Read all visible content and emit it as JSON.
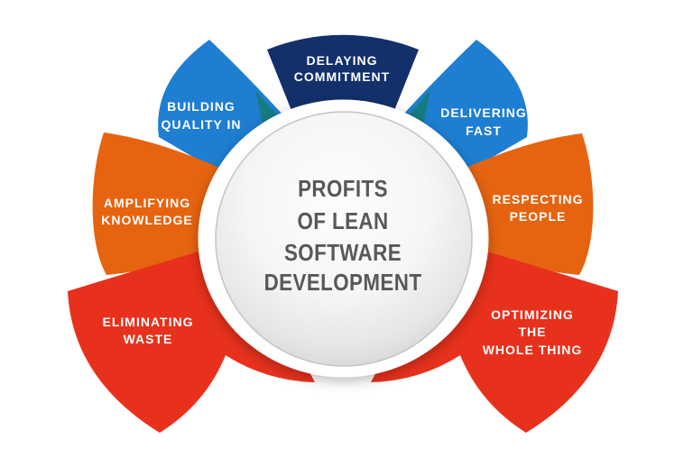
{
  "diagram": {
    "title": "Profits of Lean Software Development",
    "label_color": "#ffffff",
    "colors": {
      "navy": "#13306b",
      "blue": "#1e7ed2",
      "orange": "#e66410",
      "red": "#e8311c",
      "teal": "#157c82",
      "ring_white": "#ffffff",
      "ball_edge_gray": "#c4c4c4",
      "center_text_gray": "#58585a"
    },
    "center": {
      "lines": [
        "PROFITS",
        "OF LEAN",
        "SOFTWARE",
        "DEVELOPMENT"
      ],
      "text_color": "#58585a"
    },
    "segments": [
      {
        "id": "delaying-commitment",
        "label": "DELAYING COMMITMENT",
        "lines": [
          "DELAYING",
          "COMMITMENT"
        ],
        "color": "#13306b"
      },
      {
        "id": "delivering-fast",
        "label": "DELIVERING FAST",
        "lines": [
          "DELIVERING",
          "FAST"
        ],
        "color": "#1e7ed2"
      },
      {
        "id": "respecting-people",
        "label": "RESPECTING PEOPLE",
        "lines": [
          "RESPECTING",
          "PEOPLE"
        ],
        "color": "#e66410"
      },
      {
        "id": "optimizing-the-whole-thing",
        "label": "OPTIMIZING THE WHOLE THING",
        "lines": [
          "OPTIMIZING",
          "THE",
          "WHOLE THING"
        ],
        "color": "#e8311c"
      },
      {
        "id": "eliminating-waste",
        "label": "ELIMINATING WASTE",
        "lines": [
          "ELIMINATING",
          "WASTE"
        ],
        "color": "#e8311c"
      },
      {
        "id": "amplifying-knowledge",
        "label": "AMPLIFYING KNOWLEDGE",
        "lines": [
          "AMPLIFYING",
          "KNOWLEDGE"
        ],
        "color": "#e66410"
      },
      {
        "id": "building-quality-in",
        "label": "BUILDING QUALITY IN",
        "lines": [
          "BUILDING",
          "QUALITY IN"
        ],
        "color": "#1e7ed2"
      }
    ]
  }
}
